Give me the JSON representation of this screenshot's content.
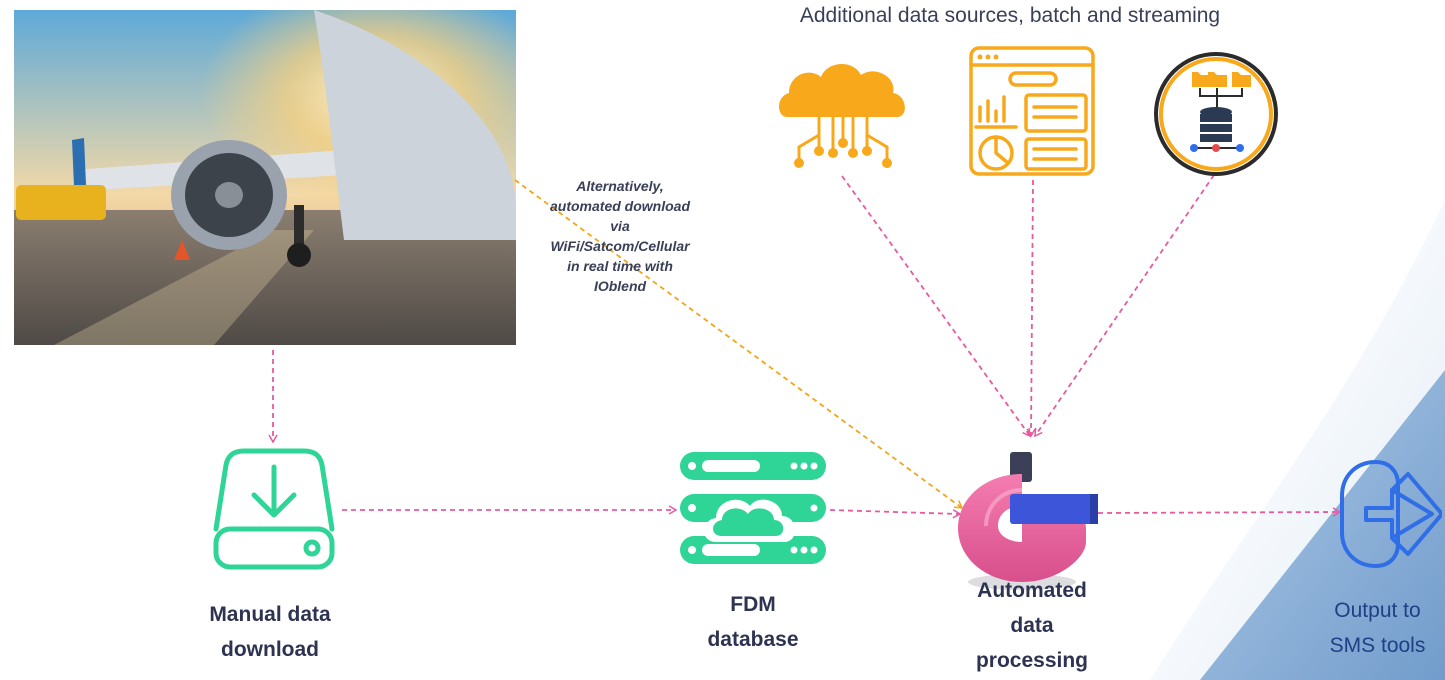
{
  "header": {
    "sources_title": "Additional data sources, batch and streaming"
  },
  "annotation": {
    "lines": [
      "Alternatively,",
      "automated download",
      "via",
      "WiFi/Satcom/Cellular",
      "in real time with",
      "IOblend"
    ]
  },
  "nodes": {
    "manual_download": [
      "Manual data",
      "download"
    ],
    "fdm_database": [
      "FDM",
      "database"
    ],
    "automated_processing": [
      "Automated",
      "data",
      "processing"
    ],
    "output_sms": [
      "Output to",
      "SMS tools"
    ]
  },
  "colors": {
    "arrow_pink": "#e65aa0",
    "arrow_orange": "#f2a516",
    "green": "#2fd597",
    "orange_icon": "#f7a81b",
    "navy_text": "#2e3352",
    "output_blue": "#2f6ee6"
  },
  "icons": {
    "aircraft_photo": "aircraft-engine-photo",
    "cloud_circuit": "cloud-circuit-icon",
    "dashboard": "dashboard-icon",
    "database_tree": "database-tree-icon",
    "download_drive": "download-drive-icon",
    "server_cloud": "server-cloud-icon",
    "ioblend_logo": "ioblend-logo",
    "exit_arrow": "exit-arrow-icon"
  }
}
